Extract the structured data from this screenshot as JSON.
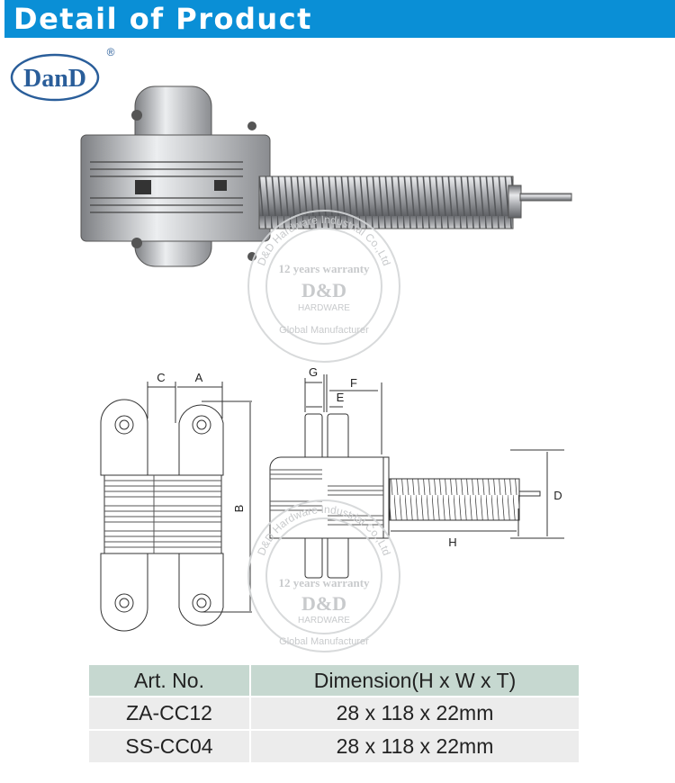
{
  "header": {
    "title": "Detail of Product",
    "color": "#0a8fd6"
  },
  "logo": {
    "brand": "DanD",
    "mark": "®",
    "color": "#2a5e9a"
  },
  "watermark": {
    "ring_text": "D&D Hardware Industrial Co.,Ltd",
    "warranty": "12 years warranty",
    "brand": "D&D",
    "sub": "HARDWARE",
    "tagline": "Global Manufacturer"
  },
  "diagram": {
    "labels": {
      "a": "A",
      "b": "B",
      "c": "C",
      "d": "D",
      "e": "E",
      "f": "F",
      "g": "G",
      "h": "H"
    }
  },
  "table": {
    "headers": [
      "Art. No.",
      "Dimension(H x W x T)"
    ],
    "rows": [
      [
        "ZA-CC12",
        "28 x 118 x 22mm"
      ],
      [
        "SS-CC04",
        "28 x 118 x 22mm"
      ]
    ]
  }
}
